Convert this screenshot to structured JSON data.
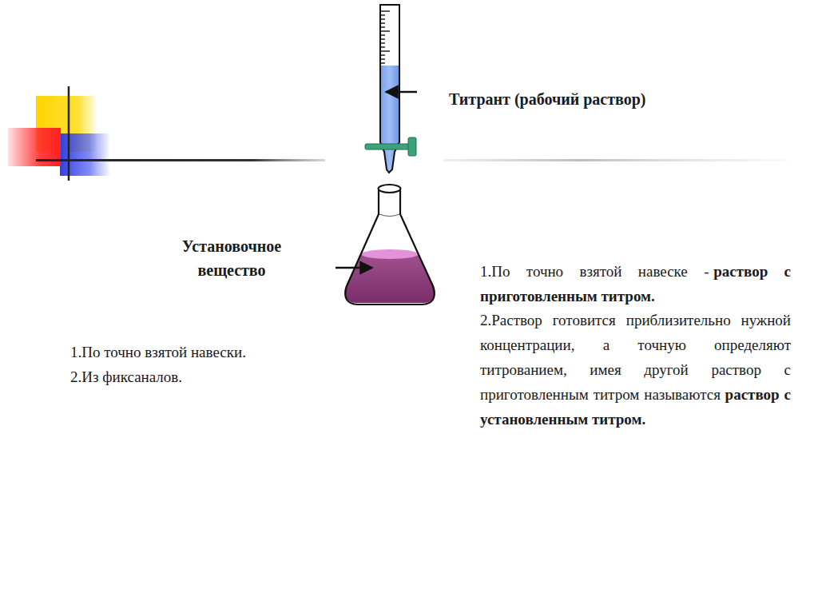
{
  "diagram": {
    "labels": [
      "Титрант (рабочий раствор)",
      "Установочное вещество",
      "1.",
      "По точно взятой навеске -",
      "раствор с приготовленным титром.",
      "2.",
      "Раствор готовится приблизительно нужной концентрации, а точную определяют титрованием, имея другой раствор с приготовленным титром называются",
      "раствор с установленным титром.",
      "1.",
      "По точно взятой навески.",
      "2.",
      "Из фиксаналов."
    ]
  }
}
